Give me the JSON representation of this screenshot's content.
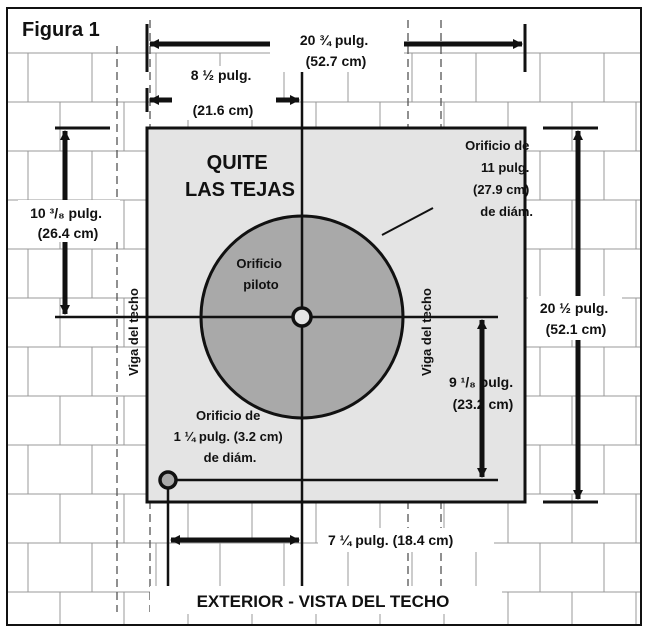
{
  "figure_title": "Figura 1",
  "bottom_caption": "EXTERIOR - VISTA DEL TECHO",
  "cutout_label": [
    "QUITE",
    "LAS TEJAS"
  ],
  "joist_label": "Viga del techo",
  "pilot_hole_label": [
    "Orificio",
    "piloto"
  ],
  "big_hole_label": [
    "Orificio de",
    "11 pulg.",
    "(27.9 cm)",
    "de diám."
  ],
  "small_hole_label": [
    "Orificio de",
    "1 ¼ pulg. (3.2 cm)",
    "de diám."
  ],
  "dimensions": {
    "top_width": [
      "20 ¾ pulg.",
      "(52.7 cm)"
    ],
    "top_offset": [
      "8 ½ pulg.",
      "(21.6 cm)"
    ],
    "left_height": [
      "10 ³/₈ pulg.",
      "(26.4 cm)"
    ],
    "right_height": [
      "20 ½ pulg.",
      "(52.1 cm)"
    ],
    "right_offset": [
      "9 ¹/₈ pulg.",
      "(23.2 cm)"
    ],
    "bottom_offset": "7 ¼ pulg. (18.4 cm)"
  },
  "colors": {
    "ink": "#111111",
    "cutout_fill": "#e4e4e4",
    "hole_fill": "#a9a9a9",
    "shingle_line": "#999999"
  }
}
